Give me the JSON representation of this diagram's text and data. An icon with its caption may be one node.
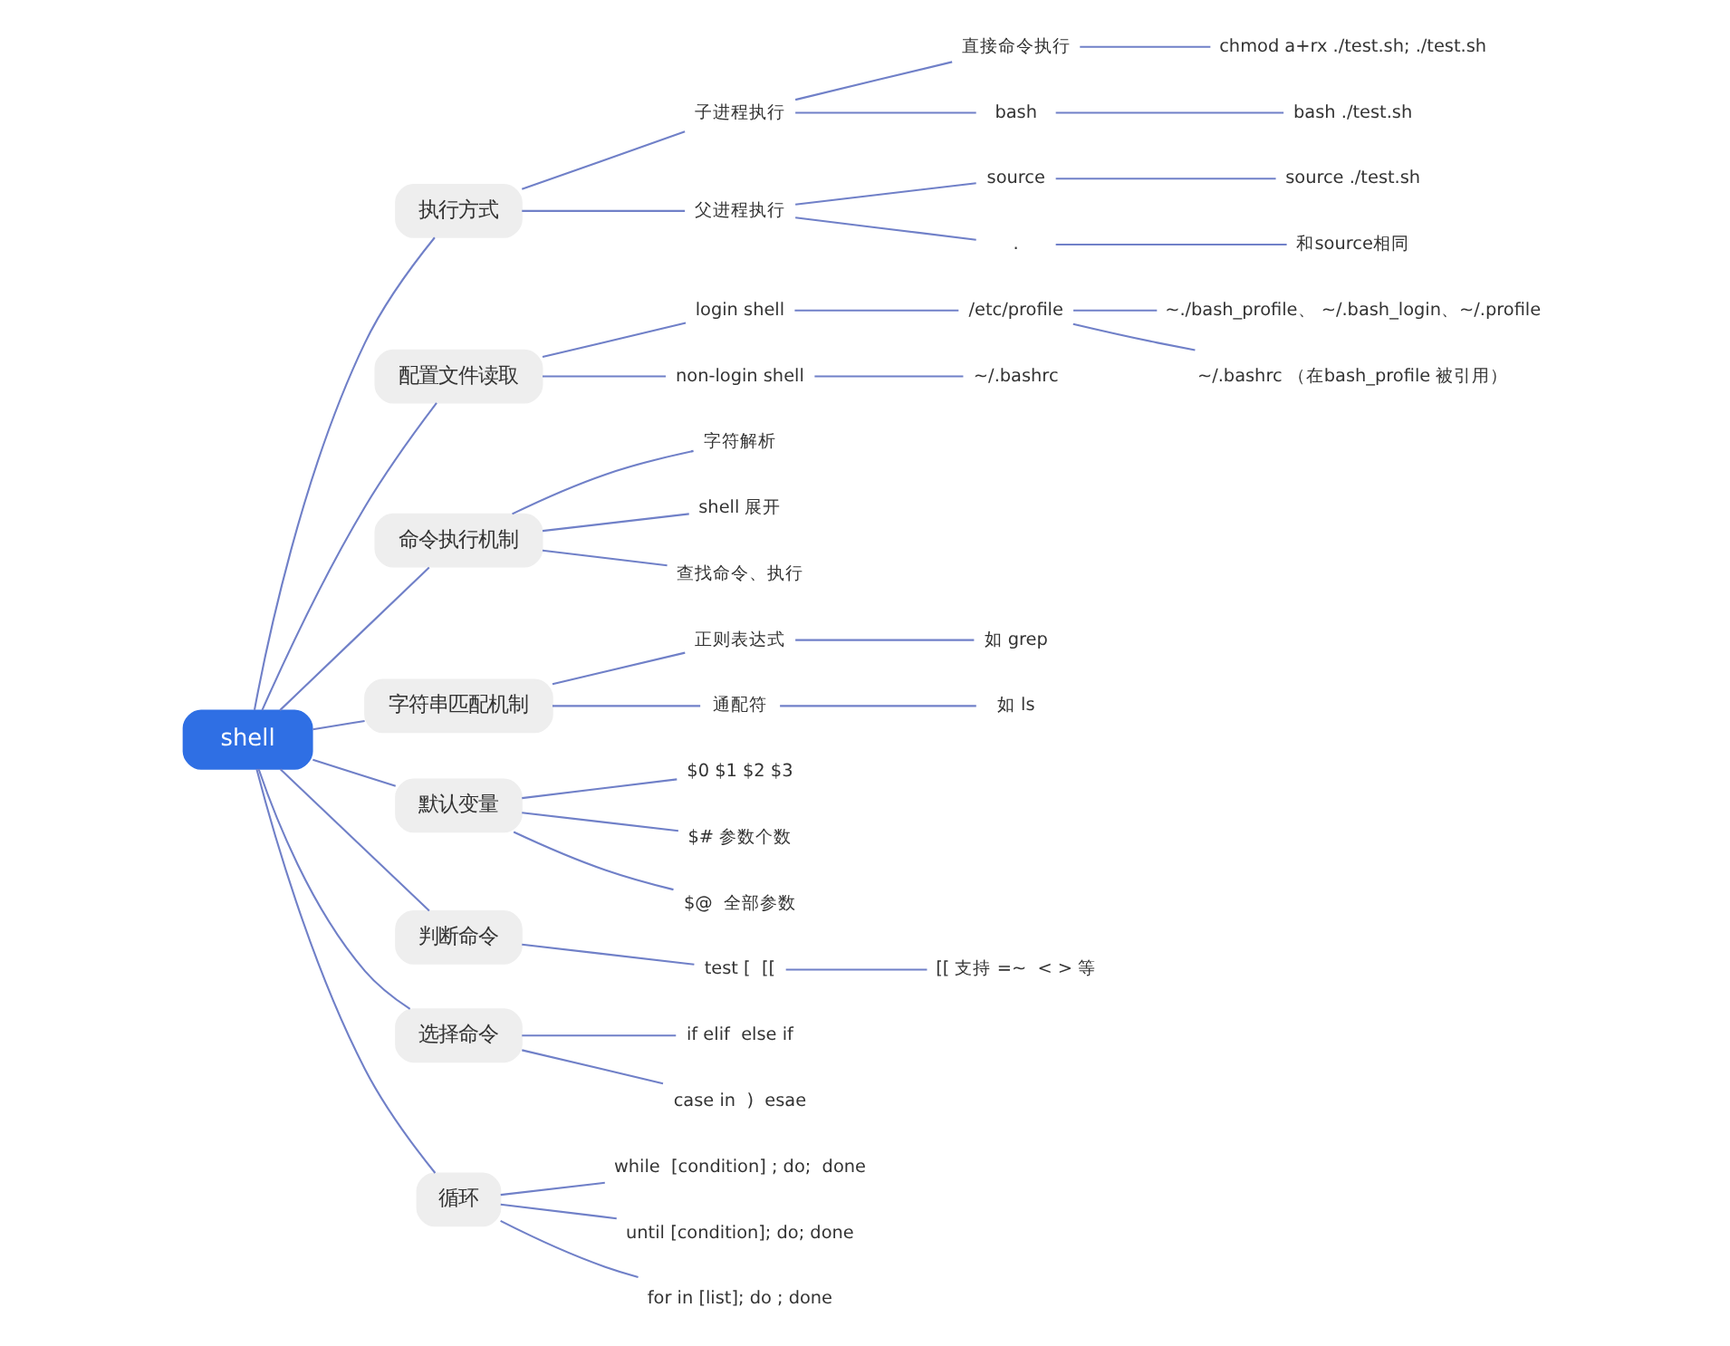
{
  "diagram": {
    "nodes": [
      {
        "text": [
          "shell"
        ]
      },
      {
        "text": [
          "执行方式"
        ]
      },
      {
        "text": [
          "子进程执行"
        ]
      },
      {
        "text": [
          "直接命令执行"
        ]
      },
      {
        "text": [
          "chmod a+rx ./test.sh; ./test.sh"
        ]
      },
      {
        "text": [
          "bash"
        ]
      },
      {
        "text": [
          "bash ./test.sh"
        ]
      },
      {
        "text": [
          "父进程执行"
        ]
      },
      {
        "text": [
          "source"
        ]
      },
      {
        "text": [
          "source ./test.sh"
        ]
      },
      {
        "text": [
          "."
        ]
      },
      {
        "text": [
          "和source相同"
        ]
      },
      {
        "text": [
          "配置文件读取"
        ]
      },
      {
        "text": [
          "login shell"
        ]
      },
      {
        "text": [
          "/etc/profile"
        ]
      },
      {
        "text": [
          "~./bash_profile、 ~/.bash_login、~/.profile"
        ]
      },
      {
        "text": [
          "~/.bashrc （在bash_profile 被引用）"
        ]
      },
      {
        "text": [
          "non-login shell"
        ]
      },
      {
        "text": [
          "~/.bashrc"
        ]
      },
      {
        "text": [
          "命令执行机制"
        ]
      },
      {
        "text": [
          "字符解析"
        ]
      },
      {
        "text": [
          "shell 展开"
        ]
      },
      {
        "text": [
          "查找命令、执行"
        ]
      },
      {
        "text": [
          "字符串匹配机制"
        ]
      },
      {
        "text": [
          "正则表达式"
        ]
      },
      {
        "text": [
          "如 grep"
        ]
      },
      {
        "text": [
          "通配符"
        ]
      },
      {
        "text": [
          "如 ls"
        ]
      },
      {
        "text": [
          "默认变量"
        ]
      },
      {
        "text": [
          "$0 $1 $2 $3"
        ]
      },
      {
        "text": [
          "$# 参数个数"
        ]
      },
      {
        "text": [
          "$@  全部参数"
        ]
      },
      {
        "text": [
          "判断命令"
        ]
      },
      {
        "text": [
          "test [  [["
        ]
      },
      {
        "text": [
          "[[ 支持 =~  < > 等"
        ]
      },
      {
        "text": [
          "选择命令"
        ]
      },
      {
        "text": [
          "if elif  else if"
        ]
      },
      {
        "text": [
          "case in  )  esae"
        ]
      },
      {
        "text": [
          "循环"
        ]
      },
      {
        "text": [
          "while  [condition] ; do;  done"
        ]
      },
      {
        "text": [
          "until [condition]; do; done"
        ]
      },
      {
        "text": [
          "for in [list]; do ; done"
        ]
      }
    ],
    "edges": [
      {
        "from": 0,
        "to": 1,
        "arrow": "none"
      },
      {
        "from": 1,
        "to": 2,
        "arrow": "none"
      },
      {
        "from": 2,
        "to": 3,
        "arrow": "none"
      },
      {
        "from": 3,
        "to": 4,
        "arrow": "none"
      },
      {
        "from": 2,
        "to": 5,
        "arrow": "none"
      },
      {
        "from": 5,
        "to": 6,
        "arrow": "none"
      },
      {
        "from": 1,
        "to": 7,
        "arrow": "none"
      },
      {
        "from": 7,
        "to": 8,
        "arrow": "none"
      },
      {
        "from": 8,
        "to": 9,
        "arrow": "none"
      },
      {
        "from": 7,
        "to": 10,
        "arrow": "none"
      },
      {
        "from": 10,
        "to": 11,
        "arrow": "none"
      },
      {
        "from": 0,
        "to": 12,
        "arrow": "none"
      },
      {
        "from": 12,
        "to": 13,
        "arrow": "none"
      },
      {
        "from": 13,
        "to": 14,
        "arrow": "none"
      },
      {
        "from": 14,
        "to": 15,
        "arrow": "none"
      },
      {
        "from": 14,
        "to": 16,
        "arrow": "none"
      },
      {
        "from": 12,
        "to": 17,
        "arrow": "none"
      },
      {
        "from": 17,
        "to": 18,
        "arrow": "none"
      },
      {
        "from": 0,
        "to": 19,
        "arrow": "none"
      },
      {
        "from": 19,
        "to": 20,
        "arrow": "none"
      },
      {
        "from": 19,
        "to": 21,
        "arrow": "none"
      },
      {
        "from": 19,
        "to": 22,
        "arrow": "none"
      },
      {
        "from": 0,
        "to": 23,
        "arrow": "none"
      },
      {
        "from": 23,
        "to": 24,
        "arrow": "none"
      },
      {
        "from": 24,
        "to": 25,
        "arrow": "none"
      },
      {
        "from": 23,
        "to": 26,
        "arrow": "none"
      },
      {
        "from": 26,
        "to": 27,
        "arrow": "none"
      },
      {
        "from": 0,
        "to": 28,
        "arrow": "none"
      },
      {
        "from": 28,
        "to": 29,
        "arrow": "none"
      },
      {
        "from": 28,
        "to": 30,
        "arrow": "none"
      },
      {
        "from": 28,
        "to": 31,
        "arrow": "none"
      },
      {
        "from": 0,
        "to": 32,
        "arrow": "none"
      },
      {
        "from": 32,
        "to": 33,
        "arrow": "none"
      },
      {
        "from": 33,
        "to": 34,
        "arrow": "none"
      },
      {
        "from": 0,
        "to": 35,
        "arrow": "none"
      },
      {
        "from": 35,
        "to": 36,
        "arrow": "none"
      },
      {
        "from": 35,
        "to": 37,
        "arrow": "none"
      },
      {
        "from": 0,
        "to": 38,
        "arrow": "none"
      },
      {
        "from": 38,
        "to": 39,
        "arrow": "none"
      },
      {
        "from": 38,
        "to": 40,
        "arrow": "none"
      },
      {
        "from": 38,
        "to": 41,
        "arrow": "none"
      }
    ]
  }
}
